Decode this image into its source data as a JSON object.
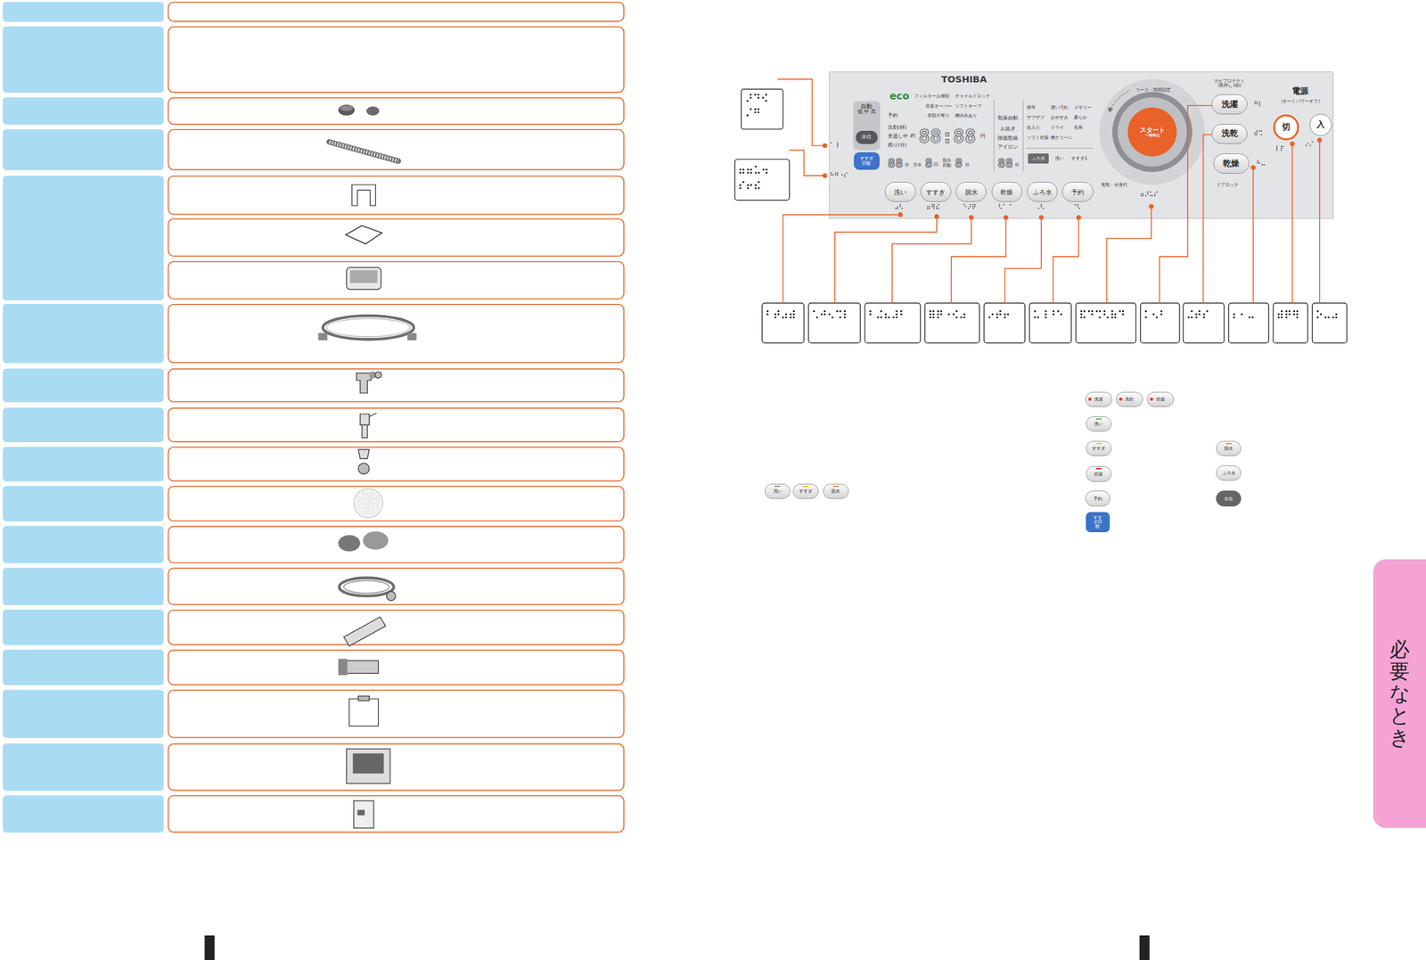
{
  "diagram": {
    "nodes": [
      {
        "text": [
          "自動",
          "低 中 高"
        ]
      },
      {
        "text": [
          "水位"
        ],
        "in": 0
      },
      {
        "text": [
          "すすぎ回数"
        ]
      },
      {
        "text": [
          "ふろ水"
        ]
      },
      {
        "text": [
          "スタート",
          "一時停止"
        ]
      },
      {
        "text": [
          "洗濯"
        ]
      },
      {
        "text": [
          "洗乾"
        ]
      },
      {
        "text": [
          "乾燥"
        ]
      },
      {
        "text": [
          "切"
        ]
      },
      {
        "text": [
          "入"
        ]
      },
      {
        "text": [
          "洗い"
        ]
      },
      {
        "text": [
          "すすぎ"
        ]
      },
      {
        "text": [
          "脱水"
        ]
      },
      {
        "text": [
          "乾燥"
        ]
      },
      {
        "text": [
          "ふろ水"
        ]
      },
      {
        "text": [
          "予約"
        ]
      },
      {
        "text": [
          "洗い"
        ]
      },
      {
        "text": [
          "すすぎ"
        ]
      },
      {
        "text": [
          "脱水"
        ]
      },
      {
        "text": [
          "洗濯"
        ]
      },
      {
        "text": [
          "洗乾"
        ]
      },
      {
        "text": [
          "乾燥"
        ]
      },
      {
        "text": [
          "洗い"
        ]
      },
      {
        "text": [
          "すすぎ"
        ]
      },
      {
        "text": [
          "乾燥"
        ]
      },
      {
        "text": [
          "予約"
        ]
      },
      {
        "text": [
          "すすぎ回数"
        ]
      },
      {
        "text": [
          "脱水"
        ]
      },
      {
        "text": [
          "ふろ水"
        ]
      },
      {
        "text": [
          "水位"
        ]
      },
      {
        "text": [
          "必要なとき"
        ]
      }
    ],
    "labels": [
      "TOSHIBA",
      "eco",
      "フィルターお掃除",
      "チャイルドロック",
      "容量オーバー",
      "ソフトキープ",
      "衣類片寄り",
      "槽内水あり",
      "予約",
      "洗剤(杯)",
      "見通し中",
      "残り(分)",
      "約",
      "88:88",
      "円",
      "88",
      "分",
      "注水",
      "8",
      "回",
      "脱水 自動",
      "8",
      "分",
      "乾燥自動",
      "お急ぎ",
      "除菌乾燥",
      "アイロン",
      "88",
      "分",
      "標準",
      "濃い汚れ",
      "メモリー",
      "ザブザブ",
      "おやすみ",
      "柔らか",
      "念入り",
      "ドライ",
      "毛布",
      "ソフト乾燥",
      "槽クリーン",
      "洗い",
      "すすぎ1",
      "コース・時間設定",
      "電気・水道代",
      "カビプロテクト (長押し3秒)",
      "ドアロック",
      "電源",
      "(オートパワーオフ)"
    ]
  }
}
